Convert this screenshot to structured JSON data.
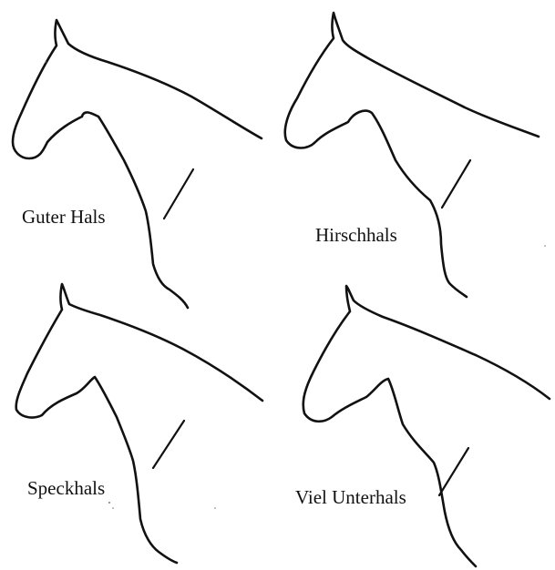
{
  "panels": [
    {
      "id": "good",
      "label": "Guter Hals"
    },
    {
      "id": "stag",
      "label": "Hirschhals"
    },
    {
      "id": "bull",
      "label": "Speckhals"
    },
    {
      "id": "ewe",
      "label": "Viel Unterhals"
    }
  ],
  "colors": {
    "line": "#111111",
    "background": "#ffffff"
  }
}
